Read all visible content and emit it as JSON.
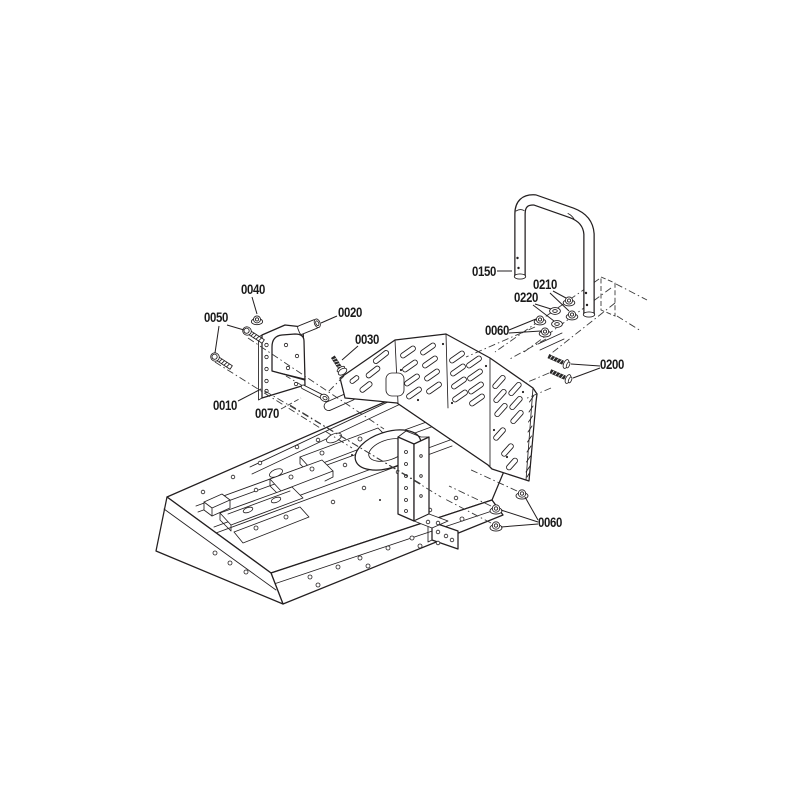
{
  "diagram": {
    "kind": "exploded-parts-diagram",
    "background_color": "#ffffff",
    "ink_color": "#231f20",
    "callouts": [
      {
        "id": "0040",
        "label": "0040"
      },
      {
        "id": "0050",
        "label": "0050"
      },
      {
        "id": "0020",
        "label": "0020"
      },
      {
        "id": "0030",
        "label": "0030"
      },
      {
        "id": "0010",
        "label": "0010"
      },
      {
        "id": "0070",
        "label": "0070"
      },
      {
        "id": "0150",
        "label": "0150"
      },
      {
        "id": "0210",
        "label": "0210"
      },
      {
        "id": "0220",
        "label": "0220"
      },
      {
        "id": "0060-upper",
        "label": "0060"
      },
      {
        "id": "0200",
        "label": "0200"
      },
      {
        "id": "0060-lower",
        "label": "0060"
      }
    ],
    "part_numbers_visible": [
      "0010",
      "0020",
      "0030",
      "0040",
      "0050",
      "0060",
      "0070",
      "0150",
      "0200",
      "0210",
      "0220"
    ]
  }
}
